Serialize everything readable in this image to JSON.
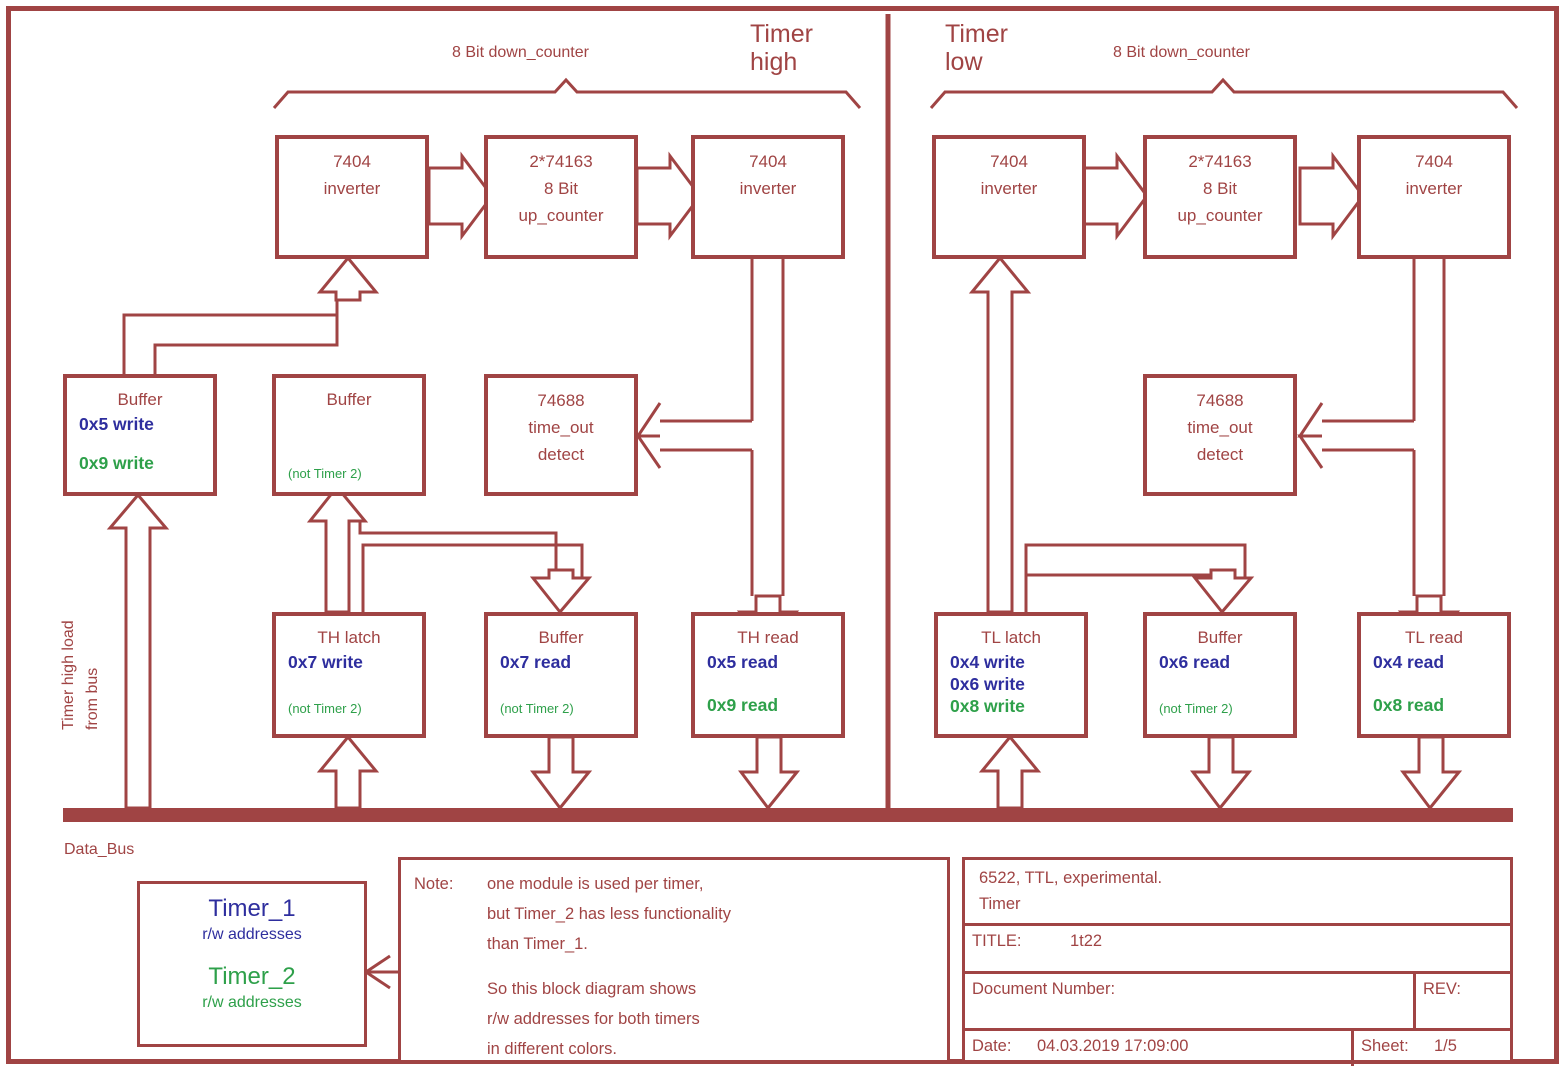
{
  "frame": {
    "accent": "#A04444",
    "blue": "#2E2E9E",
    "green": "#2EA04A"
  },
  "sections": {
    "high": {
      "title_line1": "Timer",
      "title_line2": "high",
      "brace_caption": "8 Bit down_counter"
    },
    "low": {
      "title_line1": "Timer",
      "title_line2": "low",
      "brace_caption": "8 Bit down_counter"
    }
  },
  "blocks": {
    "high_inv1": {
      "line1": "7404",
      "line2": "inverter"
    },
    "high_counter": {
      "line1": "2*74163",
      "line2": "8 Bit",
      "line3": "up_counter"
    },
    "high_inv2": {
      "line1": "7404",
      "line2": "inverter"
    },
    "low_inv1": {
      "line1": "7404",
      "line2": "inverter"
    },
    "low_counter": {
      "line1": "2*74163",
      "line2": "8 Bit",
      "line3": "up_counter"
    },
    "low_inv2": {
      "line1": "7404",
      "line2": "inverter"
    },
    "high_buffer_write": {
      "title": "Buffer",
      "addr1": "0x5 write",
      "addr2": "0x9 write"
    },
    "high_buffer_load": {
      "title": "Buffer",
      "note": "(not Timer 2)"
    },
    "high_timeout": {
      "line1": "74688",
      "line2": "time_out",
      "line3": "detect"
    },
    "low_timeout": {
      "line1": "74688",
      "line2": "time_out",
      "line3": "detect"
    },
    "th_latch": {
      "title": "TH latch",
      "addr1": "0x7 write",
      "note": "(not Timer 2)"
    },
    "th_buffer": {
      "title": "Buffer",
      "addr1": "0x7 read",
      "note": "(not Timer 2)"
    },
    "th_read": {
      "title": "TH read",
      "addr1": "0x5 read",
      "addr2": "0x9 read"
    },
    "tl_latch": {
      "title": "TL latch",
      "addr1": "0x4 write",
      "addr2": "0x6 write",
      "addr3": "0x8 write"
    },
    "tl_buffer": {
      "title": "Buffer",
      "addr1": "0x6 read",
      "note": "(not Timer 2)"
    },
    "tl_read": {
      "title": "TL read",
      "addr1": "0x4 read",
      "addr2": "0x8 read"
    }
  },
  "labels": {
    "data_bus": "Data_Bus",
    "timer_high_load": "Timer high load",
    "from_bus": "from bus"
  },
  "legend": {
    "timer1_name": "Timer_1",
    "timer1_sub": "r/w addresses",
    "timer2_name": "Timer_2",
    "timer2_sub": "r/w addresses"
  },
  "note": {
    "label": "Note:",
    "line1": "one module is used per timer,",
    "line2": "but Timer_2 has less functionality",
    "line3": "than Timer_1.",
    "line4": "So this block diagram shows",
    "line5": "r/w addresses for both timers",
    "line6": "in different colors."
  },
  "title_block": {
    "subject_line1": "6522, TTL, experimental.",
    "subject_line2": "Timer",
    "title_label": "TITLE:",
    "title_value": "1t22",
    "doc_label": "Document Number:",
    "rev_label": "REV:",
    "date_label": "Date:",
    "date_value": "04.03.2019 17:09:00",
    "sheet_label": "Sheet:",
    "sheet_value": "1/5"
  }
}
